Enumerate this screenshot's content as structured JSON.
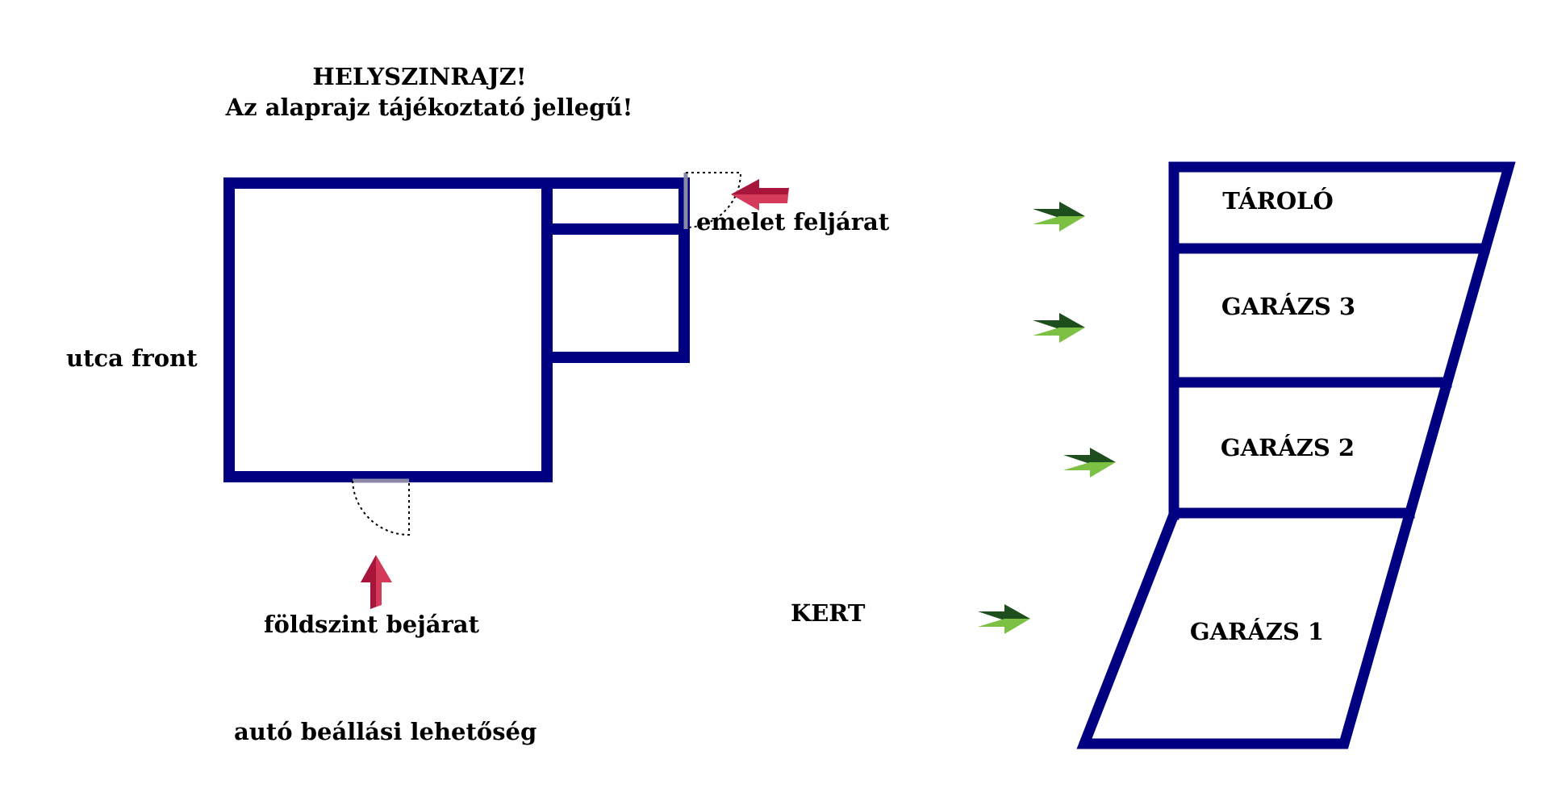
{
  "title": {
    "line1": "HELYSZINRAJZ!",
    "line2": "Az alaprajz tájékoztató jellegű!"
  },
  "labels": {
    "street_front": "utca front",
    "ground_entrance": "földszint bejárat",
    "upper_access": "emelet feljárat",
    "car_parking": "autó beállási lehetőség",
    "garden": "KERT"
  },
  "rooms": {
    "storage": "TÁROLÓ",
    "garage3": "GARÁZS 3",
    "garage2": "GARÁZS 2",
    "garage1": "GARÁZS 1"
  },
  "colors": {
    "wall": "#000080",
    "entrance_arrow": "#d63a5a",
    "entrance_arrow_dark": "#a8153a",
    "pointer_arrow_dark": "#1e4d1e",
    "pointer_arrow_light": "#7cc144",
    "door_leaf": "#8a8aa8",
    "swing_line": "#000000"
  },
  "icons": {
    "entrance": "arrow-up-icon",
    "upper_access": "arrow-left-icon",
    "pointers": "arrow-right-icon"
  }
}
